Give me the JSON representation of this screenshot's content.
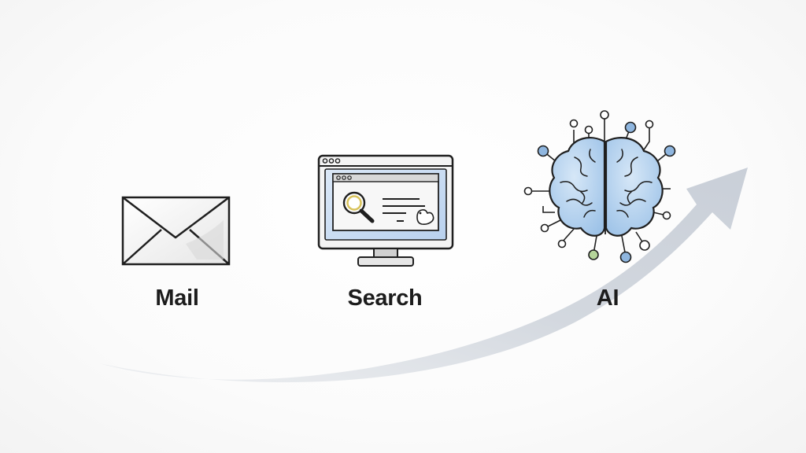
{
  "steps": [
    {
      "label": "Mail",
      "icon": "envelope-icon"
    },
    {
      "label": "Search",
      "icon": "monitor-search-icon"
    },
    {
      "label": "AI",
      "icon": "brain-circuit-icon"
    }
  ],
  "colors": {
    "arrow": "#d5dae1",
    "outline": "#1f1f1f",
    "screen": "#c9dcf2",
    "brain": "#b9d5ef",
    "node_blue": "#8fb6df",
    "node_green": "#b5d49a",
    "text": "#1c1c1c"
  }
}
